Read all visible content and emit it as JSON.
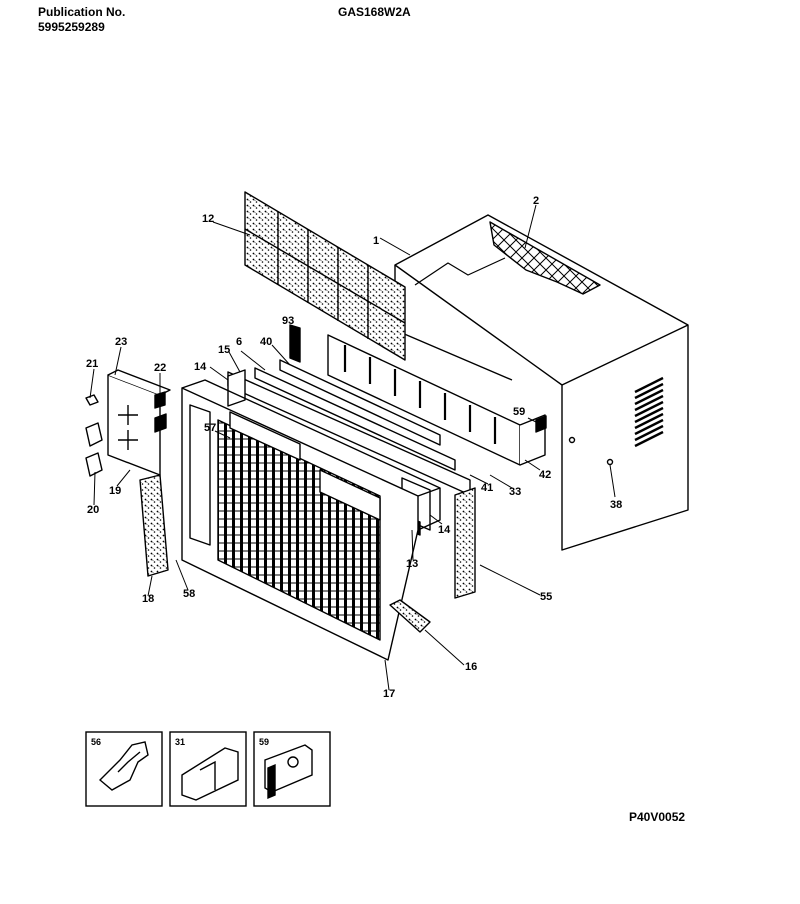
{
  "header": {
    "publication_label": "Publication No.",
    "publication_number": "5995259289",
    "model": "GAS168W2A"
  },
  "drawing_code": "P40V0052",
  "callouts": {
    "c1": "1",
    "c2": "2",
    "c12": "12",
    "c93": "93",
    "c6": "6",
    "c40": "40",
    "c15": "15",
    "c14a": "14",
    "c23": "23",
    "c21": "21",
    "c22": "22",
    "c57": "57",
    "c59": "59",
    "c42": "42",
    "c41": "41",
    "c33": "33",
    "c38": "38",
    "c14b": "14",
    "c13": "13",
    "c19": "19",
    "c20": "20",
    "c18": "18",
    "c58": "58",
    "c55": "55",
    "c16": "16",
    "c17": "17"
  },
  "detail_boxes": {
    "b56": "56",
    "b31": "31",
    "b59": "59"
  }
}
